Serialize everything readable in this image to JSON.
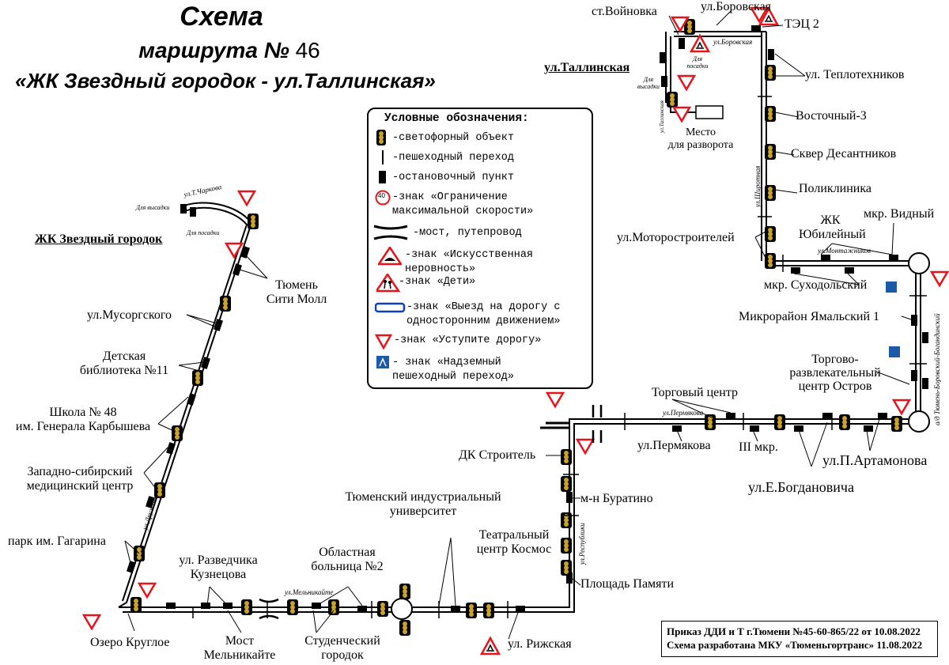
{
  "title": {
    "line1": "Схема",
    "line2_prefix": "маршрута №",
    "line2_number": "46",
    "line3": "«ЖК Звездный городок - ул.Таллинская»"
  },
  "terminals": {
    "start": "ЖК Звездный городок",
    "end": "ул.Таллинская",
    "turnaround": "Место для разворота",
    "turnaround_l1": "Место",
    "turnaround_l2": "для разворота"
  },
  "streets": {
    "t_charkova": "ул.Т.Чаркова",
    "druzhby": "ул.Дружбы",
    "melnikayte": "ул.Мельникайте",
    "respubliki": "ул.Республики",
    "permyakova": "ул.Пермякова",
    "montazhnikov": "ул.Монтажников",
    "shirotnaya": "ул.Широтная",
    "borovskaya": "ул.Боровская",
    "tallinskaya_v": "ул.Таллинская",
    "highway": "а/д Тюмень-Боровский-Богандинский"
  },
  "boarding": {
    "dlya_vysadki": "Для высадки",
    "dlya_posadki": "Для посадки"
  },
  "stops": {
    "tyumen_city_mall_l1": "Тюмень",
    "tyumen_city_mall_l2": "Сити Молл",
    "musorgskogo": "ул.Мусоргского",
    "library_l1": "Детская",
    "library_l2": "библиотека №11",
    "school_l1": "Школа № 48",
    "school_l2": "им. Генерала Карбышева",
    "medcenter_l1": "Западно-сибирский",
    "medcenter_l2": "медицинский центр",
    "gagarin_park": "парк им. Гагарина",
    "ozero_krugloe": "Озеро Круглое",
    "razvedchika_l1": "ул. Разведчика",
    "razvedchika_l2": "Кузнецова",
    "most_l1": "Мост",
    "most_l2": "Мельникайте",
    "hospital_l1": "Областная",
    "hospital_l2": "больница №2",
    "student_l1": "Студенческий",
    "student_l2": "городок",
    "tiu_l1": "Тюменский индустриальный",
    "tiu_l2": "университет",
    "rizhskaya": "ул. Рижская",
    "dk_stroitel": "ДК Строитель",
    "buratino": "м-н Буратино",
    "kosmos_l1": "Театральный",
    "kosmos_l2": "центр Космос",
    "pamyati": "Площадь Памяти",
    "trade_center": "Торговый центр",
    "permyakova_stop": "ул.Пермякова",
    "iii_mkr": "III мкр.",
    "bogdanovicha": "ул.Е.Богдановича",
    "artamonova": "ул.П.Артамонова",
    "ostrov_l1": "Торгово-",
    "ostrov_l2": "развлекательный",
    "ostrov_l3": "центр Остров",
    "yamalsky": "Микрорайон Ямальский 1",
    "sukhodolsky": "мкр. Суходольский",
    "vidny": "мкр. Видный",
    "yubileyny_l1": "ЖК",
    "yubileyny_l2": "Юбилейный",
    "motorostroiteley": "ул.Моторостроителей",
    "poliklinika": "Поликлиника",
    "skver": "Сквер Десантников",
    "vostochny": "Восточный-3",
    "teplotekhnikov": "ул. Теплотехников",
    "tets": "ТЭЦ 2",
    "borovskaya_stop": "ул.Боровская",
    "voynovka": "ст.Войновка"
  },
  "legend": {
    "title": "Условные обозначения:",
    "items": [
      {
        "icon": "traffic-light-icon",
        "text": "-светофорный объект"
      },
      {
        "icon": "crosswalk-icon",
        "text": "-пешеходный переход"
      },
      {
        "icon": "bus-stop-icon",
        "text": "-остановочный пункт"
      },
      {
        "icon": "speed-limit-sign-icon",
        "icon_text": "40",
        "text": "-знак «Ограничение",
        "text2": "максимальной скорости»"
      },
      {
        "icon": "bridge-icon",
        "text": "-мост, путепровод"
      },
      {
        "icon": "speed-bump-sign-icon",
        "text": "-знак «Искусственная",
        "text2": "неровность»"
      },
      {
        "icon": "children-sign-icon",
        "text": "-знак «Дети»"
      },
      {
        "icon": "one-way-exit-sign-icon",
        "text": "-знак «Выезд на дорогу с",
        "text2": "односторонним движением»"
      },
      {
        "icon": "yield-sign-icon",
        "text": "-знак «Уступите дорогу»"
      },
      {
        "icon": "overpass-crossing-icon",
        "text": "- знак «Надземный",
        "text2": "пешеходный переход»"
      }
    ]
  },
  "order": {
    "line1": "Приказ ДДИ и Т г.Тюмени №45-60-865/22 от 10.08.2022",
    "line2": "Схема разработана МКУ «Тюменьгортранс» 11.08.2022"
  },
  "colors": {
    "route": "#000000",
    "signs": "#e8141c",
    "overpass": "#1a5aa8",
    "one_way": "#1040c0"
  }
}
